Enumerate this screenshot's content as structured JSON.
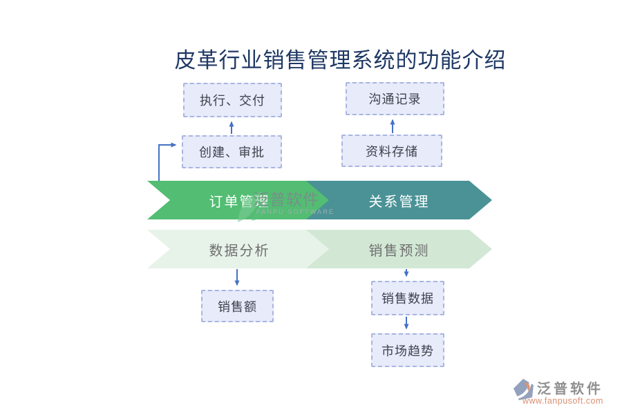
{
  "title": "皮革行业销售管理系统的功能介绍",
  "boxes": {
    "execute_deliver": "执行、交付",
    "create_approve": "创建、审批",
    "communication_record": "沟通记录",
    "data_storage": "资料存储",
    "sales_amount": "销售额",
    "sales_data": "销售数据",
    "market_trend": "市场趋势"
  },
  "banners": {
    "order": {
      "label": "订单管理",
      "fill": "#52BD73",
      "text_color": "#FFFFFF"
    },
    "relation": {
      "label": "关系管理",
      "fill": "#4A9296",
      "text_color": "#FFFFFF"
    },
    "analysis": {
      "label": "数据分析",
      "fill": "#E7F3E9",
      "text_color": "#6F6F6F"
    },
    "forecast": {
      "label": "销售预测",
      "fill": "#D2E8D5",
      "text_color": "#6F6F6F"
    }
  },
  "watermark_center": {
    "name": "泛普软件",
    "subtitle": "FANPU SOFTWARE"
  },
  "watermark_footer": {
    "name": "泛普软件",
    "url": "www.fanpusoft.com"
  },
  "colors": {
    "title_text": "#1F3864",
    "arrow": "#4472C4",
    "box_background": "#E7EBFA",
    "box_border": "#A9B4E0",
    "box_text": "#3F424C",
    "watermark_gray": "#8F8F8F",
    "watermark_url": "#DD8E72",
    "leaf_green": "#7BCB93",
    "logo_gray": "#93A1BD",
    "logo_orange": "#E2936F"
  }
}
